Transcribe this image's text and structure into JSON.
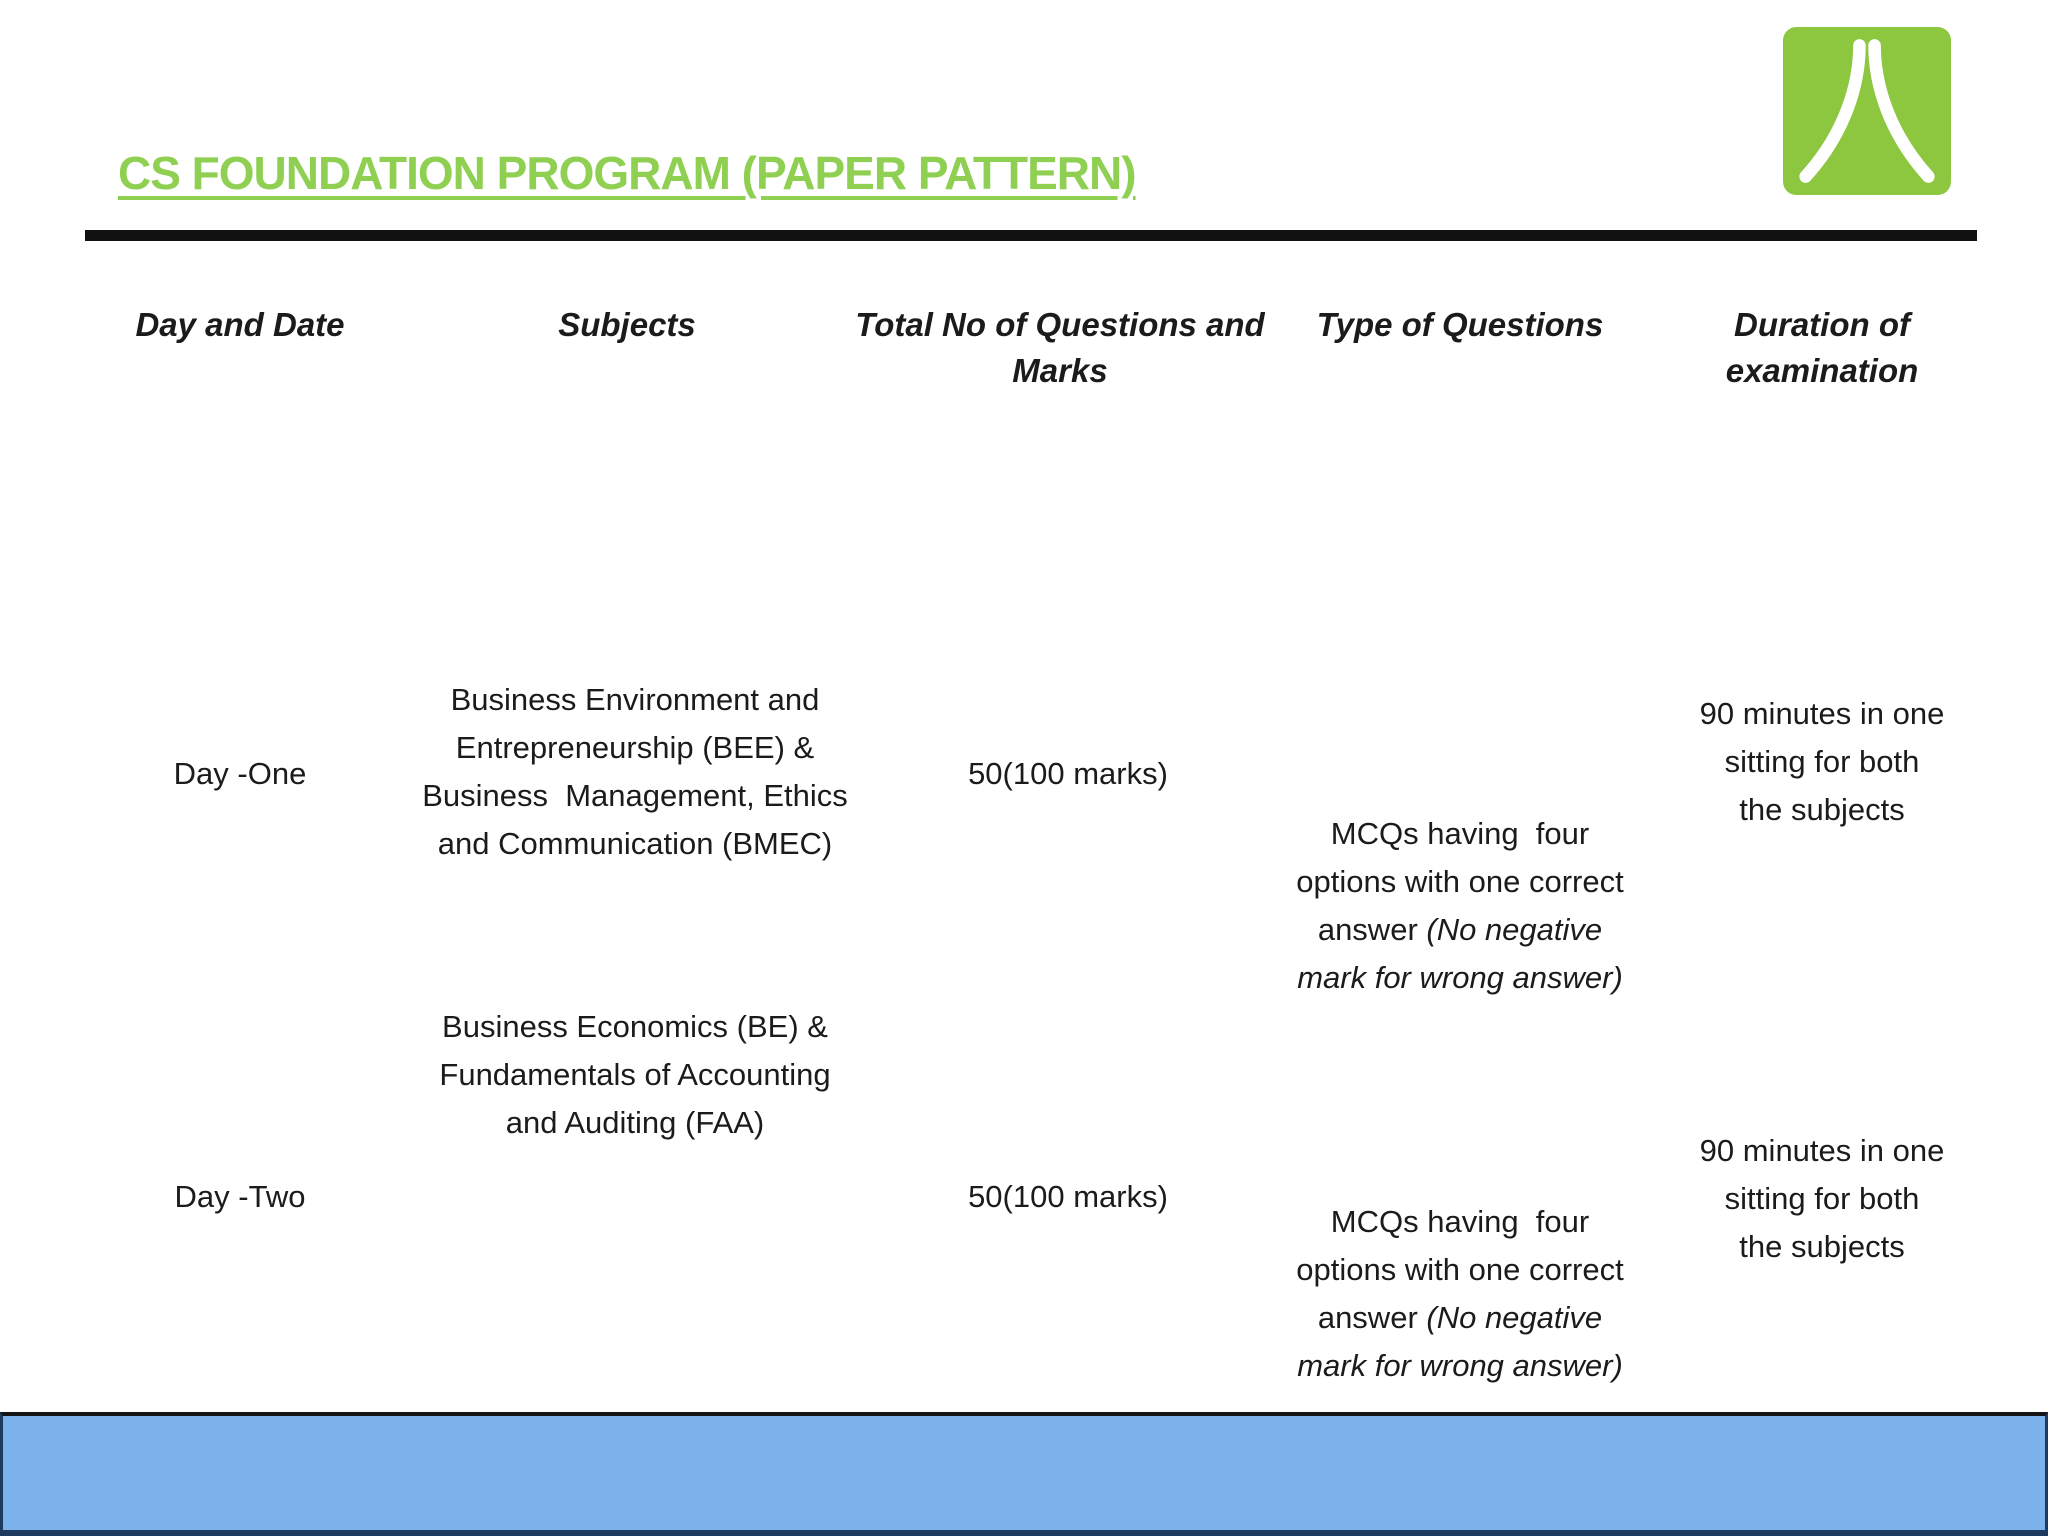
{
  "header": {
    "title": "CS FOUNDATION PROGRAM (PAPER PATTERN)"
  },
  "colors": {
    "title_green": "#8FD052",
    "logo_green": "#8DC63F",
    "rule_black": "#111111",
    "footer_blue": "#7BB2EC",
    "footer_border_navy": "#1E3A5F"
  },
  "table": {
    "columns": [
      {
        "label": "Day and Date"
      },
      {
        "label": "Subjects"
      },
      {
        "label": "Total No of Questions and Marks"
      },
      {
        "label": "Type of Questions"
      },
      {
        "label": "Duration of examination"
      }
    ],
    "rows": [
      {
        "day": "Day -One",
        "subject_lines": [
          "Business Environment and",
          "Entrepreneurship (BEE) &",
          "Business  Management, Ethics",
          "and Communication (BMEC)"
        ],
        "total": "50(100 marks)",
        "type": {
          "line1": "MCQs having  four",
          "line2": "options with one correct",
          "line3_normal": "answer ",
          "line3_italic": "(No negative",
          "line4_italic": "mark for wrong answer)"
        },
        "duration_lines": [
          "90 minutes in one",
          "sitting for both",
          "the subjects"
        ]
      },
      {
        "day": "Day -Two",
        "subject_lines": [
          "Business Economics (BE) &",
          "Fundamentals of Accounting",
          "and Auditing (FAA)"
        ],
        "total": "50(100 marks)",
        "type": {
          "line1": "MCQs having  four",
          "line2": "options with one correct",
          "line3_normal": "answer ",
          "line3_italic": "(No negative",
          "line4_italic": "mark for wrong answer)"
        },
        "duration_lines": [
          "90 minutes in one",
          "sitting for both",
          "the subjects"
        ]
      }
    ]
  }
}
